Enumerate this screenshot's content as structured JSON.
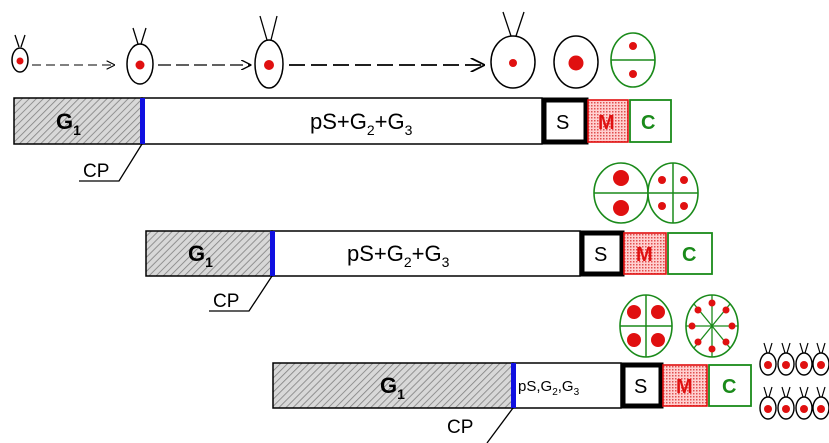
{
  "row1": {
    "g1": "G",
    "g1_sub": "1",
    "middle": [
      "pS+G",
      "2",
      "+G",
      "3"
    ],
    "s": "S",
    "m": "M",
    "c": "C",
    "cp": "CP"
  },
  "row2": {
    "g1": "G",
    "g1_sub": "1",
    "middle": [
      "pS+G",
      "2",
      "+G",
      "3"
    ],
    "s": "S",
    "m": "M",
    "c": "C",
    "cp": "CP"
  },
  "row3": {
    "g1": "G",
    "g1_sub": "1",
    "middle": [
      "pS,G",
      "2",
      ",G",
      "3"
    ],
    "s": "S",
    "m": "M",
    "c": "C",
    "cp": "CP"
  },
  "colors": {
    "nucleus": "#e01010",
    "checkpoint": "#1010e0",
    "division": "#1a8a1a",
    "s_border": "#000000"
  }
}
